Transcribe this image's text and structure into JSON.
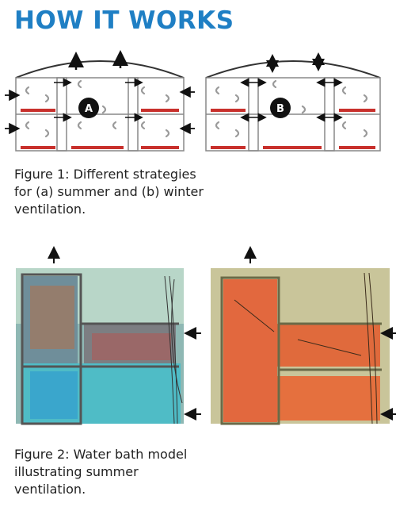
{
  "heading": "HOW IT WORKS",
  "figure1": {
    "caption": "Figure 1: Different strategies for (a) summer and (b) winter ventilation.",
    "panel_a_label": "A",
    "panel_b_label": "B"
  },
  "figure2": {
    "caption": "Figure 2: Water bath model illustrating summer ventilation."
  },
  "colors": {
    "title_blue": "#1f7fc4",
    "heater_red": "#c8302c",
    "flow_grey": "#9a9a9a",
    "line_dark": "#333333"
  }
}
